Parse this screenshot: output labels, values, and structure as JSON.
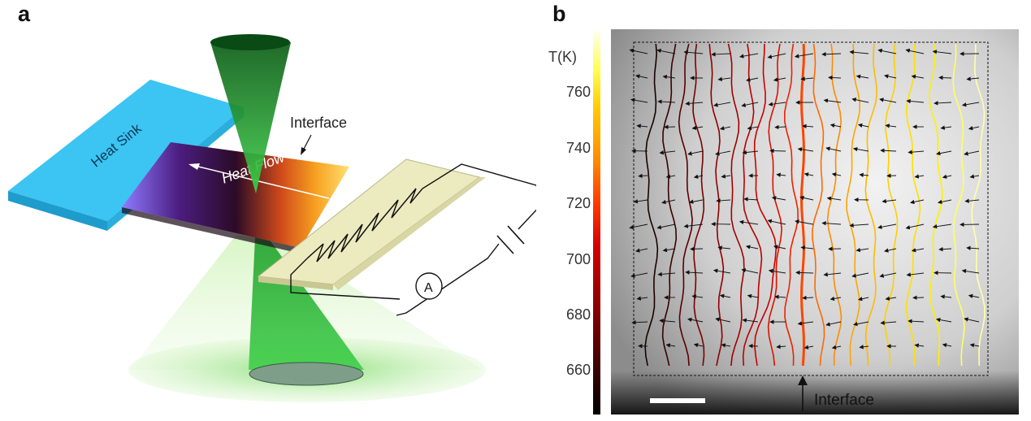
{
  "panels": {
    "a": {
      "letter": "a",
      "heat_sink_label": "Heat Sink",
      "heat_flow_label": "Heat Flow",
      "interface_label": "Interface",
      "ammeter_label": "A"
    },
    "b": {
      "letter": "b",
      "colorbar_title": "T(K)",
      "colorbar_ticks": [
        "760",
        "740",
        "720",
        "700",
        "680",
        "660"
      ],
      "interface_label": "Interface"
    }
  },
  "colors": {
    "heat_sink": "#33bbee",
    "beam_green": "#1f8a2a",
    "heater_plate": "#ece9b8",
    "interface_line": "#ff4400",
    "glow_green": "#a8e07a"
  }
}
